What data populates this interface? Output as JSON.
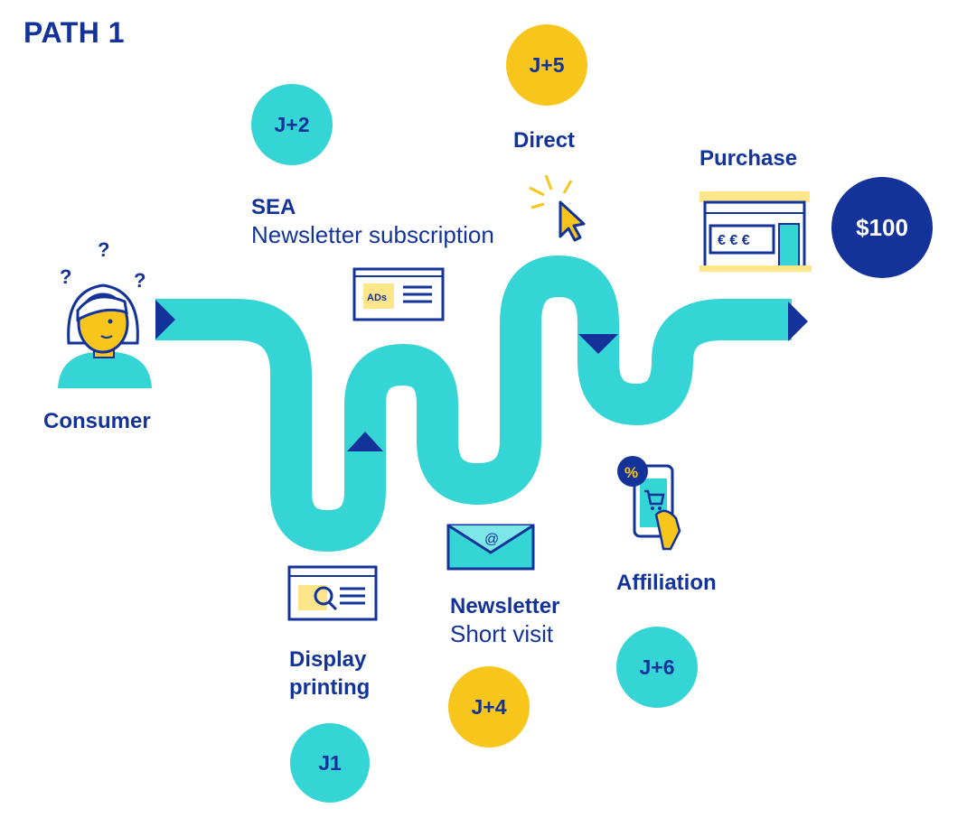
{
  "title": "PATH 1",
  "colors": {
    "navy": "#13339a",
    "teal": "#35d4d5",
    "yellow": "#f7c51b",
    "light_yellow": "#fde58a"
  },
  "consumer": {
    "label": "Consumer",
    "marks": [
      "?",
      "?",
      "?"
    ]
  },
  "steps": {
    "display": {
      "line1": "Display",
      "line2": "printing",
      "badge": "J1"
    },
    "sea": {
      "title": "SEA",
      "subtitle": "Newsletter subscription",
      "badge": "J+2",
      "ad_text": "ADs"
    },
    "newsletter": {
      "title": "Newsletter",
      "subtitle": "Short visit",
      "badge": "J+4",
      "at_symbol": "@"
    },
    "direct": {
      "title": "Direct",
      "badge": "J+5"
    },
    "affiliation": {
      "title": "Affiliation",
      "badge": "J+6",
      "percent_symbol": "%"
    },
    "purchase": {
      "title": "Purchase",
      "amount": "$100",
      "euro_signs": "€ € €"
    }
  },
  "icons": [
    "consumer-icon",
    "display-search-icon",
    "ads-browser-icon",
    "email-envelope-icon",
    "cursor-click-icon",
    "phone-cart-icon",
    "shop-icon"
  ]
}
